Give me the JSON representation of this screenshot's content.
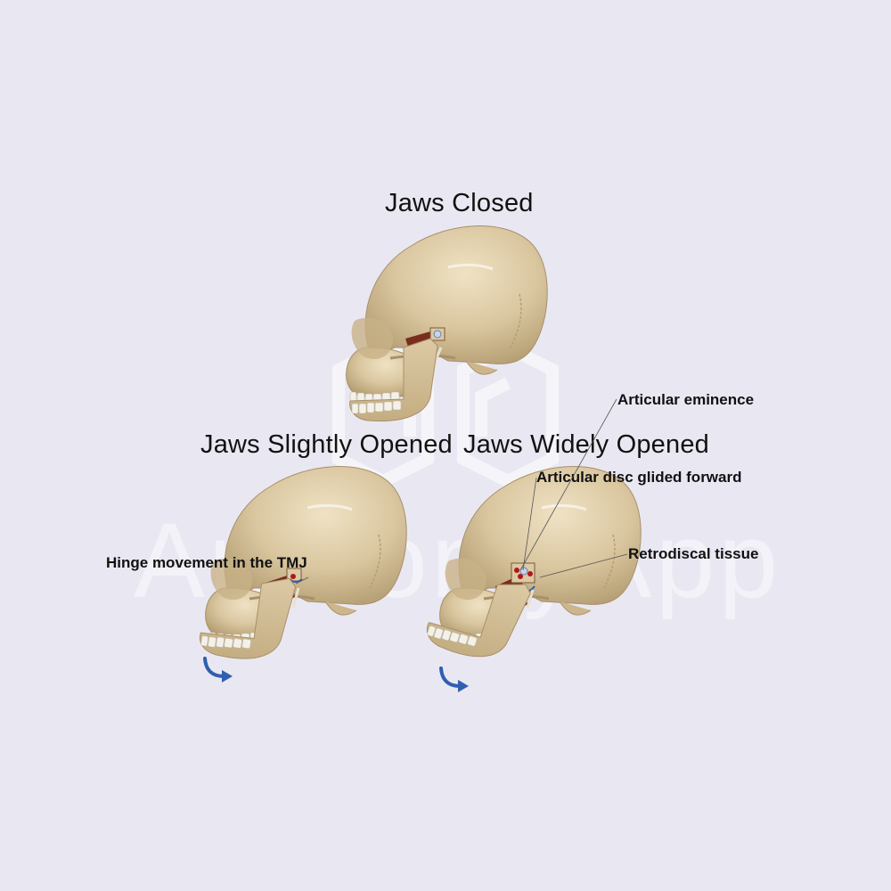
{
  "colors": {
    "background": "#e9e8f2",
    "bone": "#d9c6a0",
    "bone_shadow": "#b39c72",
    "muscle": "#7a2d1e",
    "arrow": "#2f5fb0",
    "leader_line": "#555555",
    "marker_red": "#b01818"
  },
  "watermark": {
    "text": "AnatomyApp"
  },
  "panels": [
    {
      "id": "closed",
      "title": "Jaws Closed"
    },
    {
      "id": "slightly",
      "title": "Jaws Slightly Opened"
    },
    {
      "id": "widely",
      "title": "Jaws Widely Opened"
    }
  ],
  "labels": {
    "hinge": "Hinge movement in the TMJ",
    "articular_eminence": "Articular eminence",
    "articular_disc": "Articular disc glided forward",
    "retrodiscal": "Retrodiscal tissue"
  },
  "icons": {
    "rotation_arrow": "curved-arrow-clockwise"
  }
}
